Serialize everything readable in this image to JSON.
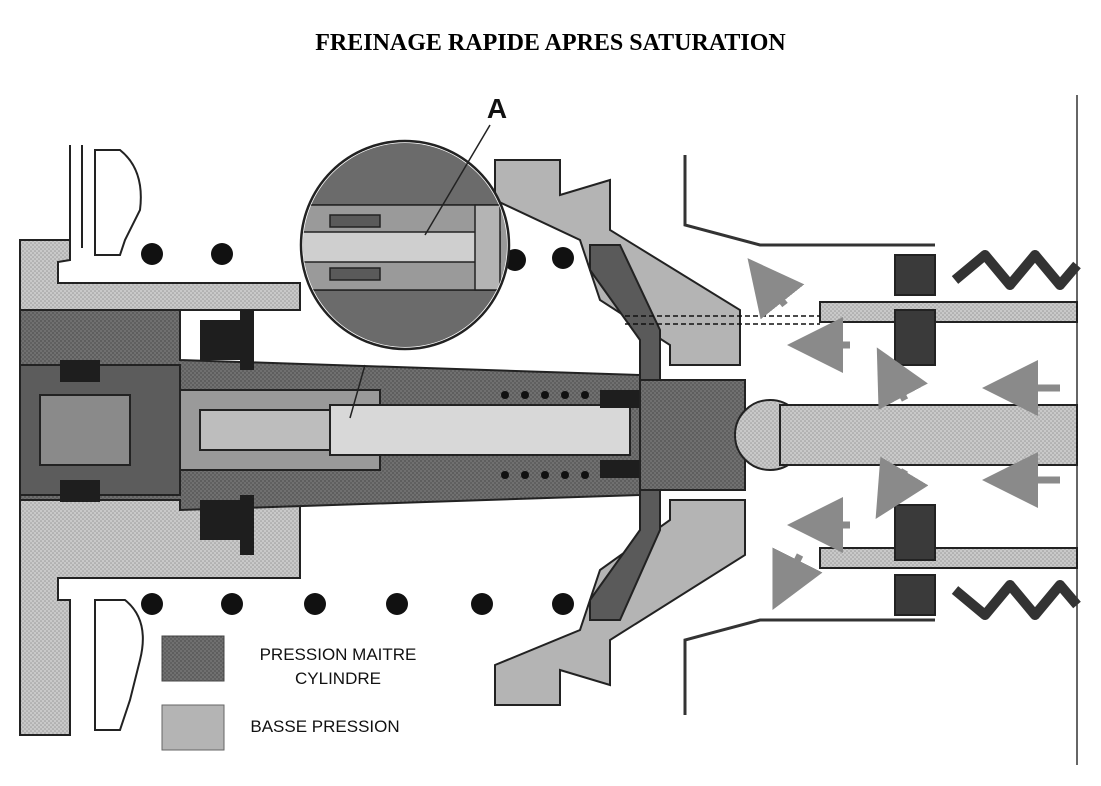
{
  "title": "FREINAGE RAPIDE APRES SATURATION",
  "callout": {
    "label": "A"
  },
  "legend": [
    {
      "key": "high",
      "line1": "PRESSION MAITRE",
      "line2": "CYLINDRE",
      "color": "#6b6b6b"
    },
    {
      "key": "low",
      "line1": "BASSE PRESSION",
      "line2": "",
      "color": "#b4b4b4"
    }
  ],
  "colors": {
    "high_pressure": "#6b6b6b",
    "low_pressure": "#b4b4b4",
    "outline": "#222222",
    "arrow": "#8a8a8a"
  }
}
